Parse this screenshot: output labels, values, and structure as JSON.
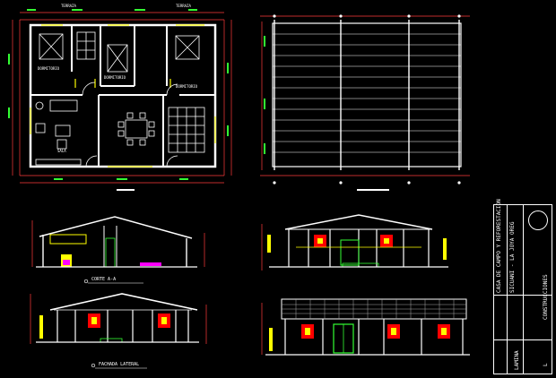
{
  "plan_labels": {
    "terraza_1": "TERRAZA",
    "terraza_2": "TERRAZA",
    "dormitorio_1": "DORMITORIO",
    "dormitorio_2": "DORMITORIO",
    "dormitorio_3": "DORMITORIO",
    "sala": "SALA"
  },
  "section_captions": {
    "corte": "CORTE A-A",
    "fachada_lateral": "FACHADA LATERAL"
  },
  "title_block": {
    "project": "CASA DE CAMPO Y REFORESTACION",
    "location": "SICUANI - LA JOYA OREG",
    "sheet_label": "CONSTRUCCIONES",
    "sheet_no": "L",
    "lamina": "LAMINA"
  },
  "colors": {
    "background": "#000000",
    "walls": "#ffffff",
    "dimension_lines": "#ff3b3b",
    "dimension_text": "#33ff33",
    "accent_yellow": "#ffff00",
    "door_red": "#ff0000",
    "trim_magenta": "#ff00ff",
    "roof_grid": "#ffffff"
  }
}
